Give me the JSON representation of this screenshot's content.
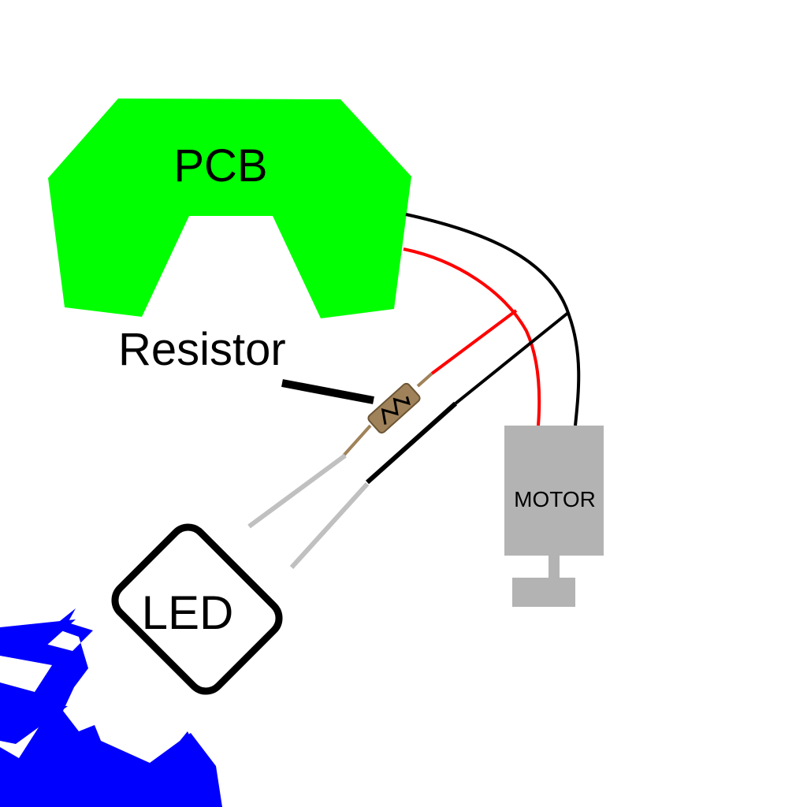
{
  "labels": {
    "pcb": "PCB",
    "resistor": "Resistor",
    "motor": "MOTOR",
    "led": "LED"
  },
  "colors": {
    "pcb": "#00ff00",
    "wire_positive": "#ff0000",
    "wire_negative": "#000000",
    "led_leads": "#c0c0c0",
    "resistor_body": "#a0825a",
    "motor_body": "#b3b3b3",
    "light_burst": "#0000ff",
    "background": "#ffffff"
  }
}
